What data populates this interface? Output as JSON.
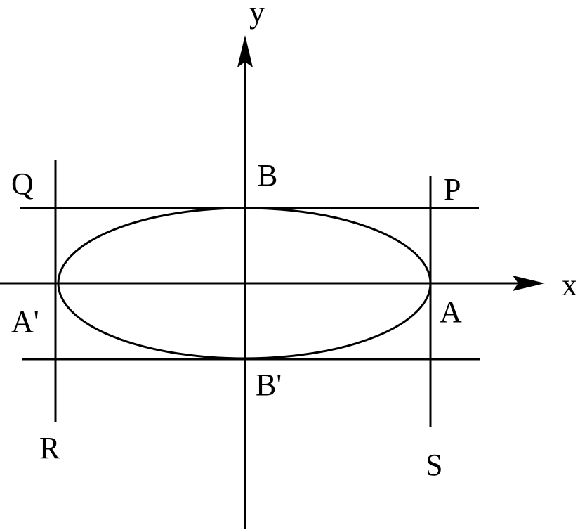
{
  "diagram": {
    "axis_labels": {
      "x": "x",
      "y": "y"
    },
    "points": {
      "A": "A",
      "A_prime": "A'",
      "B": "B",
      "B_prime": "B'",
      "P": "P",
      "Q": "Q",
      "R": "R",
      "S": "S"
    },
    "line_color": "#000000"
  }
}
